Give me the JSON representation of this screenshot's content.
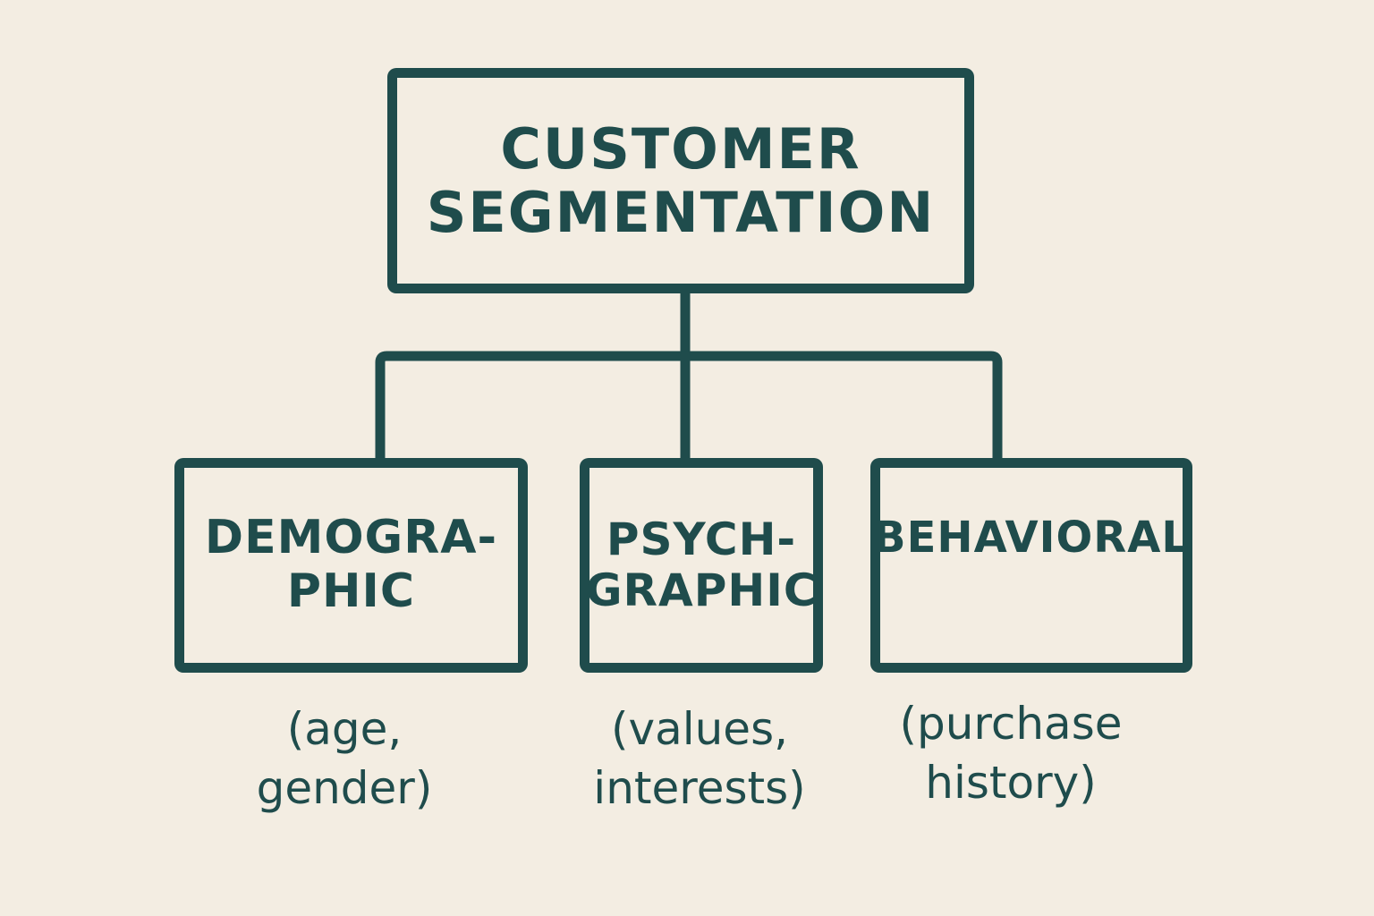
{
  "diagram": {
    "root": {
      "label": "CUSTOMER\nSEGMENTATION"
    },
    "children": [
      {
        "label": "DEMOGRA-\nPHIC",
        "description": "(age,\ngender)"
      },
      {
        "label": "PSYCH-\nGRAPHIC",
        "description": "(values,\ninterests)"
      },
      {
        "label": "BEHAVIORAL",
        "description": "(purchase\nhistory)"
      }
    ]
  },
  "colors": {
    "ink": "#1f4c4c",
    "background": "#f3ede2"
  }
}
